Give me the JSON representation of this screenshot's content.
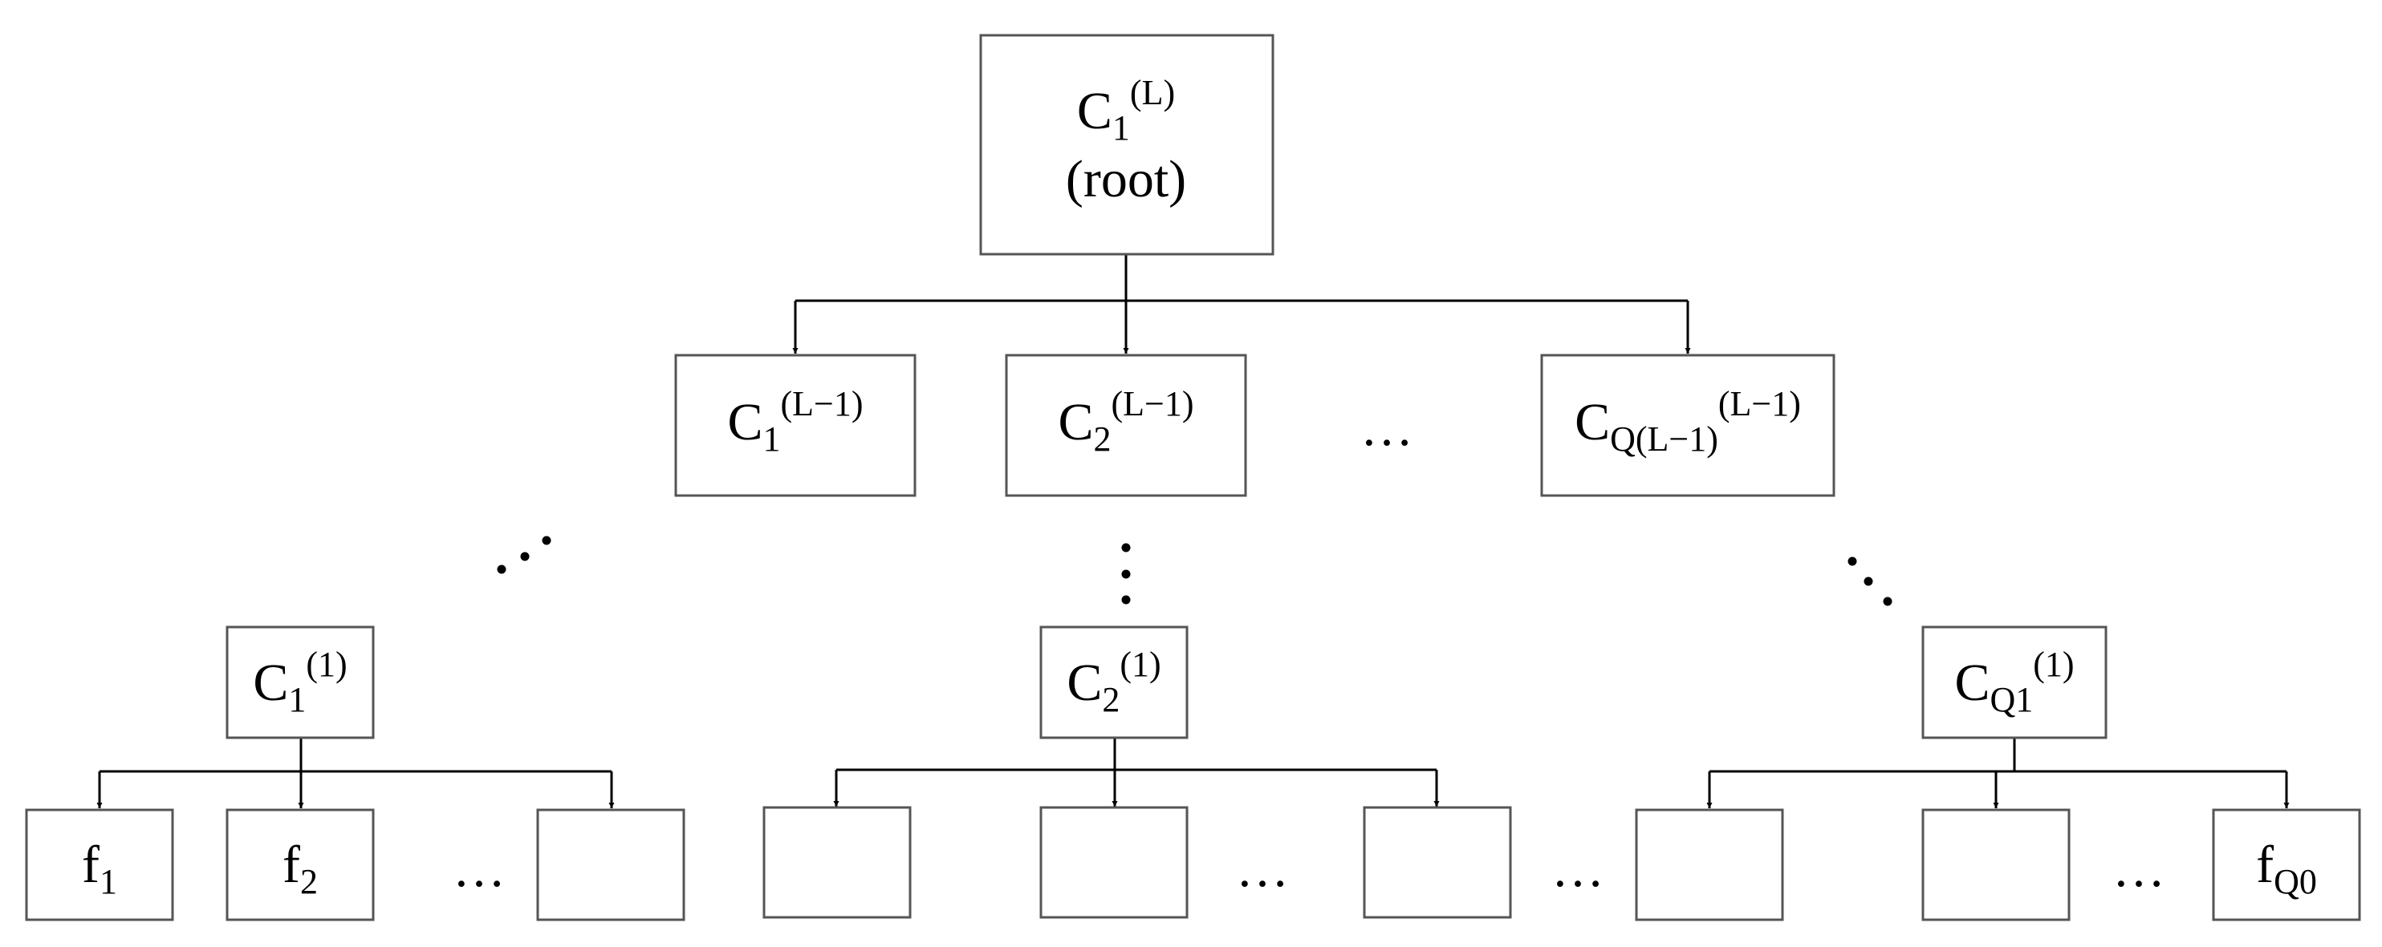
{
  "nodes": {
    "root": {
      "base": "C",
      "sub": "1",
      "sup": "(L)",
      "line2": "(root)"
    },
    "l1_1": {
      "base": "C",
      "sub": "1",
      "sup": "(L−1)"
    },
    "l1_2": {
      "base": "C",
      "sub": "2",
      "sup": "(L−1)"
    },
    "l1_q": {
      "base": "C",
      "sub": "Q(L−1)",
      "sup": "(L−1)"
    },
    "m1": {
      "base": "C",
      "sub": "1",
      "sup": "(1)"
    },
    "m2": {
      "base": "C",
      "sub": "2",
      "sup": "(1)"
    },
    "mq": {
      "base": "C",
      "sub": "Q1",
      "sup": "(1)"
    },
    "leaf_f1": {
      "base": "f",
      "sub": "1"
    },
    "leaf_f2": {
      "base": "f",
      "sub": "2"
    },
    "leaf_fq0": {
      "base": "f",
      "sub": "Q0"
    }
  },
  "ellipsis": "…"
}
